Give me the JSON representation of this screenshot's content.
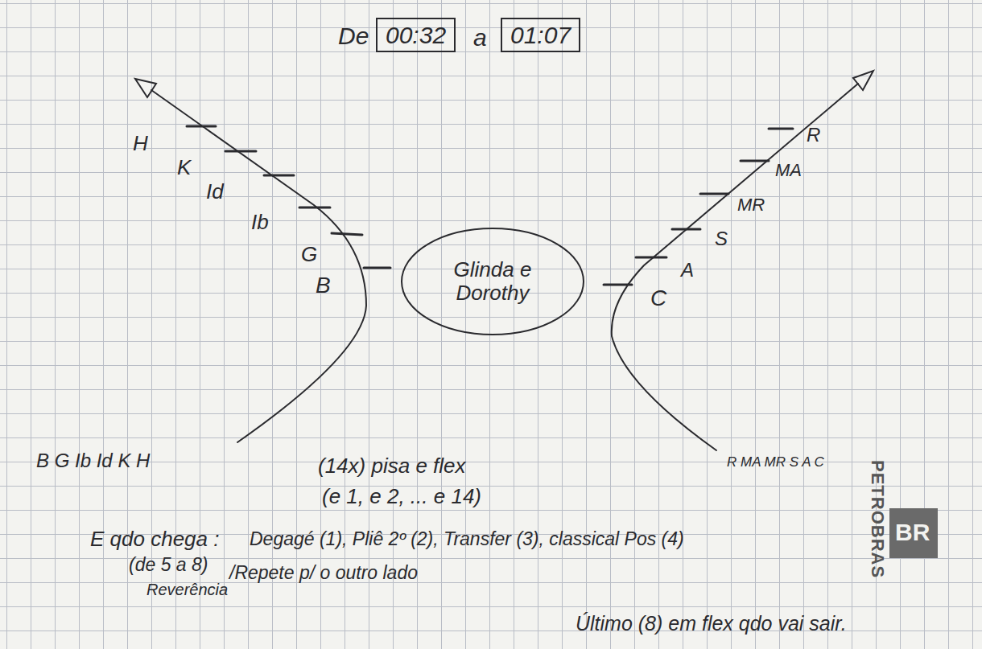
{
  "diagram": {
    "nodes": [
      {
        "text": [
          "00:32"
        ]
      },
      {
        "text": [
          "01:07"
        ]
      },
      {
        "text": [
          "Glinda e Dorothy"
        ]
      }
    ],
    "labels": [
      "De",
      "a",
      "H",
      "K",
      "Id",
      "Ib",
      "G",
      "B",
      "R",
      "MA",
      "MR",
      "S",
      "A",
      "C",
      "B G Ib Id K H",
      "R MA MR S A C",
      "(14x) pisa e flex",
      "(e 1, e 2, ... e 14)",
      "E qdo chega :",
      "Degagé (1), Pliê 2º (2), Transfer (3), classical Pos (4)",
      "(de 5 a 8)",
      "Reverência",
      "/Repete p/ o outro lado",
      "Último (8) em flex qdo vai sair.",
      "PETROBRAS",
      "BR"
    ]
  }
}
